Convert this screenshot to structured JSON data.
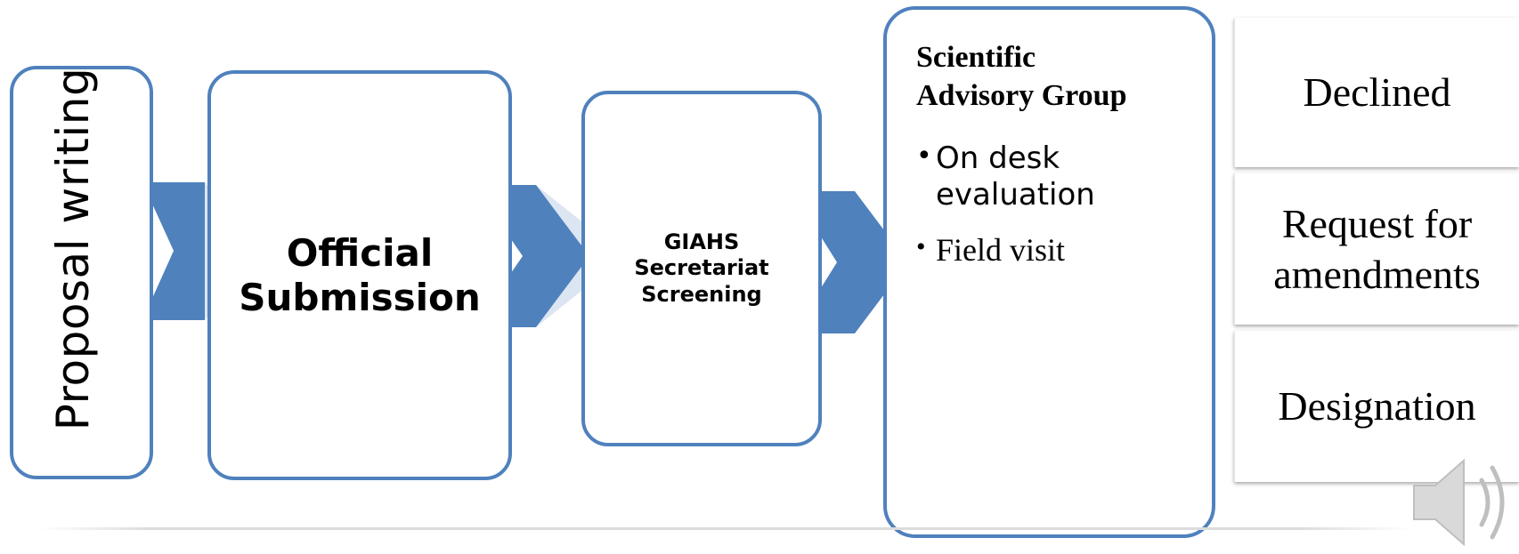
{
  "stages": {
    "proposal": {
      "label": "Proposal writing"
    },
    "official": {
      "line1": "Official",
      "line2": "Submission"
    },
    "screening": {
      "line1": "GIAHS",
      "line2": "Secretariat",
      "line3": "Screening"
    },
    "sag": {
      "title_line1": "Scientific",
      "title_line2": "Advisory Group",
      "bullets": [
        "On desk evaluation",
        "Field visit"
      ],
      "bullet1_line1": "On desk",
      "bullet1_line2": "evaluation",
      "bullet2": "Field visit"
    }
  },
  "outcomes": {
    "declined": "Declined",
    "amendments_line1": "Request for",
    "amendments_line2": "amendments",
    "designation": "Designation"
  },
  "icons": {
    "speaker": "speaker-icon"
  },
  "colors": {
    "accent": "#4f81bd",
    "chevron_light": "#dce6f2"
  }
}
